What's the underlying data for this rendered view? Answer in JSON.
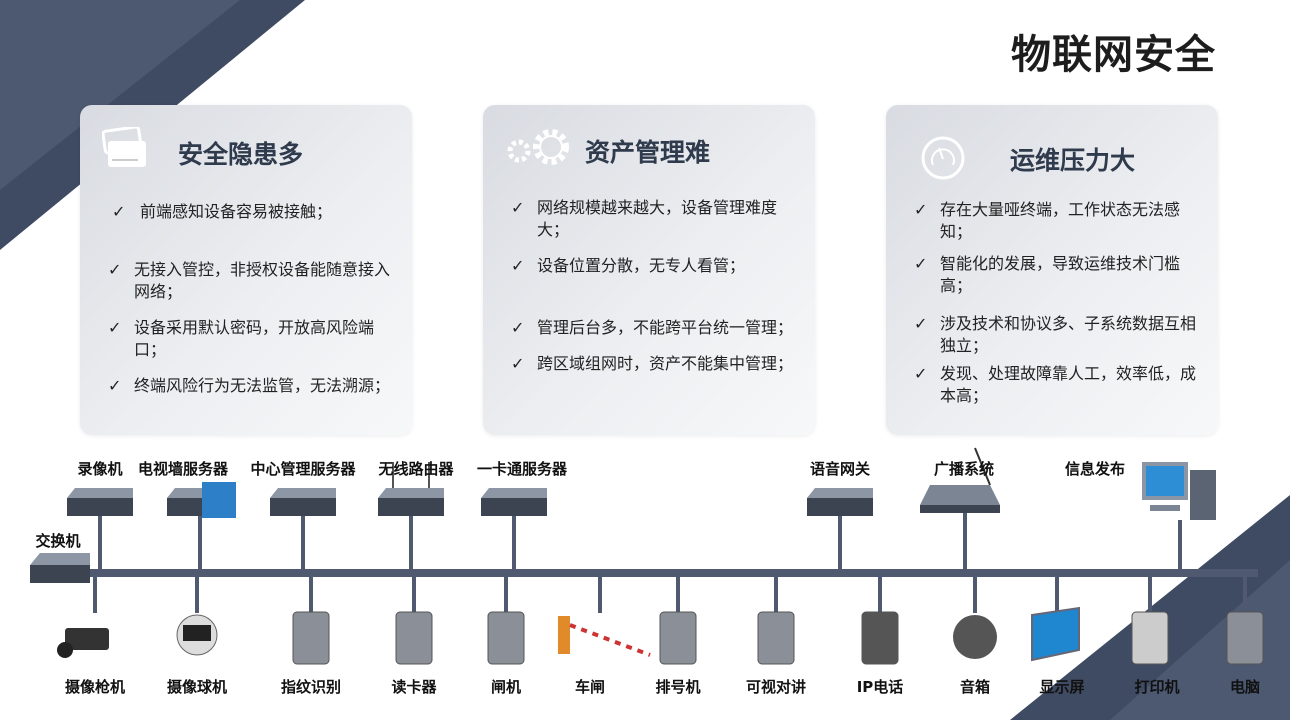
{
  "title": "物联网安全",
  "cards": [
    {
      "title": "安全隐患多",
      "icon": "credit-card-icon",
      "items": [
        "前端感知设备容易被接触；",
        "无接入管控，非授权设备能随意接入网络；",
        "设备采用默认密码，开放高风险端口；",
        "终端风险行为无法监管，无法溯源；"
      ]
    },
    {
      "title": "资产管理难",
      "icon": "gears-icon",
      "items": [
        "网络规模越来越大，设备管理难度大；",
        "设备位置分散，无专人看管；",
        "管理后台多，不能跨平台统一管理；",
        "跨区域组网时，资产不能集中管理；"
      ]
    },
    {
      "title": "运维压力大",
      "icon": "gauge-icon",
      "items": [
        "存在大量哑终端，工作状态无法感知；",
        "智能化的发展，导致运维技术门槛高；",
        "涉及技术和协议多、子系统数据互相独立；",
        "发现、处理故障靠人工，效率低，成本高；"
      ]
    }
  ],
  "check": "✓",
  "switch_label": "交换机",
  "top_devices": [
    "录像机",
    "电视墙服务器",
    "中心管理服务器",
    "无线路由器",
    "一卡通服务器",
    "语音网关",
    "广播系统",
    "信息发布"
  ],
  "bottom_devices": [
    "摄像枪机",
    "摄像球机",
    "指纹识别",
    "读卡器",
    "闸机",
    "车闸",
    "排号机",
    "可视对讲",
    "IP电话",
    "音箱",
    "显示屏",
    "打印机",
    "电脑"
  ],
  "colors": {
    "navy": "#3f4b63",
    "bus": "#4f5a70"
  }
}
